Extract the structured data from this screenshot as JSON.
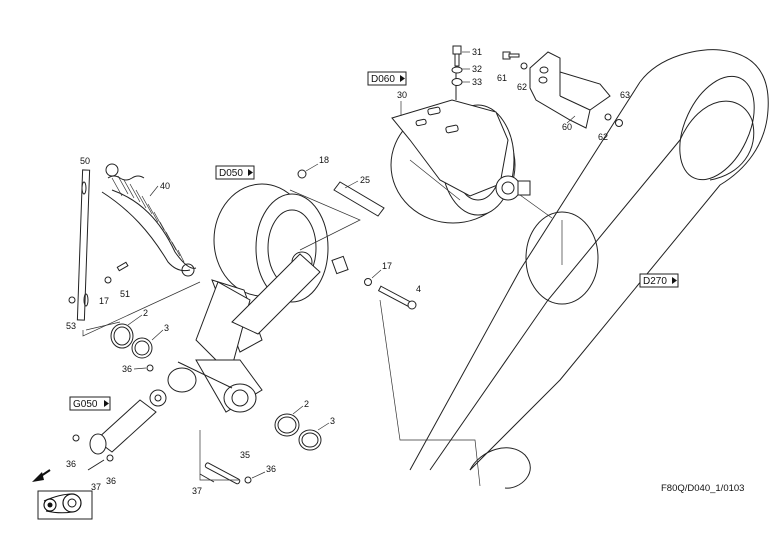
{
  "references": {
    "d060": "D060",
    "d050": "D050",
    "d270": "D270",
    "g050": "G050"
  },
  "drawing_code": "F80Q/D040_1/0103",
  "part_labels": {
    "p31": "31",
    "p32": "32",
    "p33": "33",
    "p30": "30",
    "p61": "61",
    "p62a": "62",
    "p62b": "62",
    "p63": "63",
    "p60": "60",
    "p50": "50",
    "p40": "40",
    "p18": "18",
    "p25": "25",
    "p17a": "17",
    "p17b": "17",
    "p51": "51",
    "p53": "53",
    "p4": "4",
    "p2a": "2",
    "p3a": "3",
    "p36a": "36",
    "p2b": "2",
    "p3b": "3",
    "p36b": "36",
    "p37a": "37",
    "p36c": "36",
    "p35": "35",
    "p37b": "37",
    "p36d": "36"
  },
  "icons": {
    "ref_arrow": "right-triangle-icon",
    "direction": "left-down-arrow-icon",
    "pulley_symbol": "belt-pulley-symbol-icon"
  }
}
